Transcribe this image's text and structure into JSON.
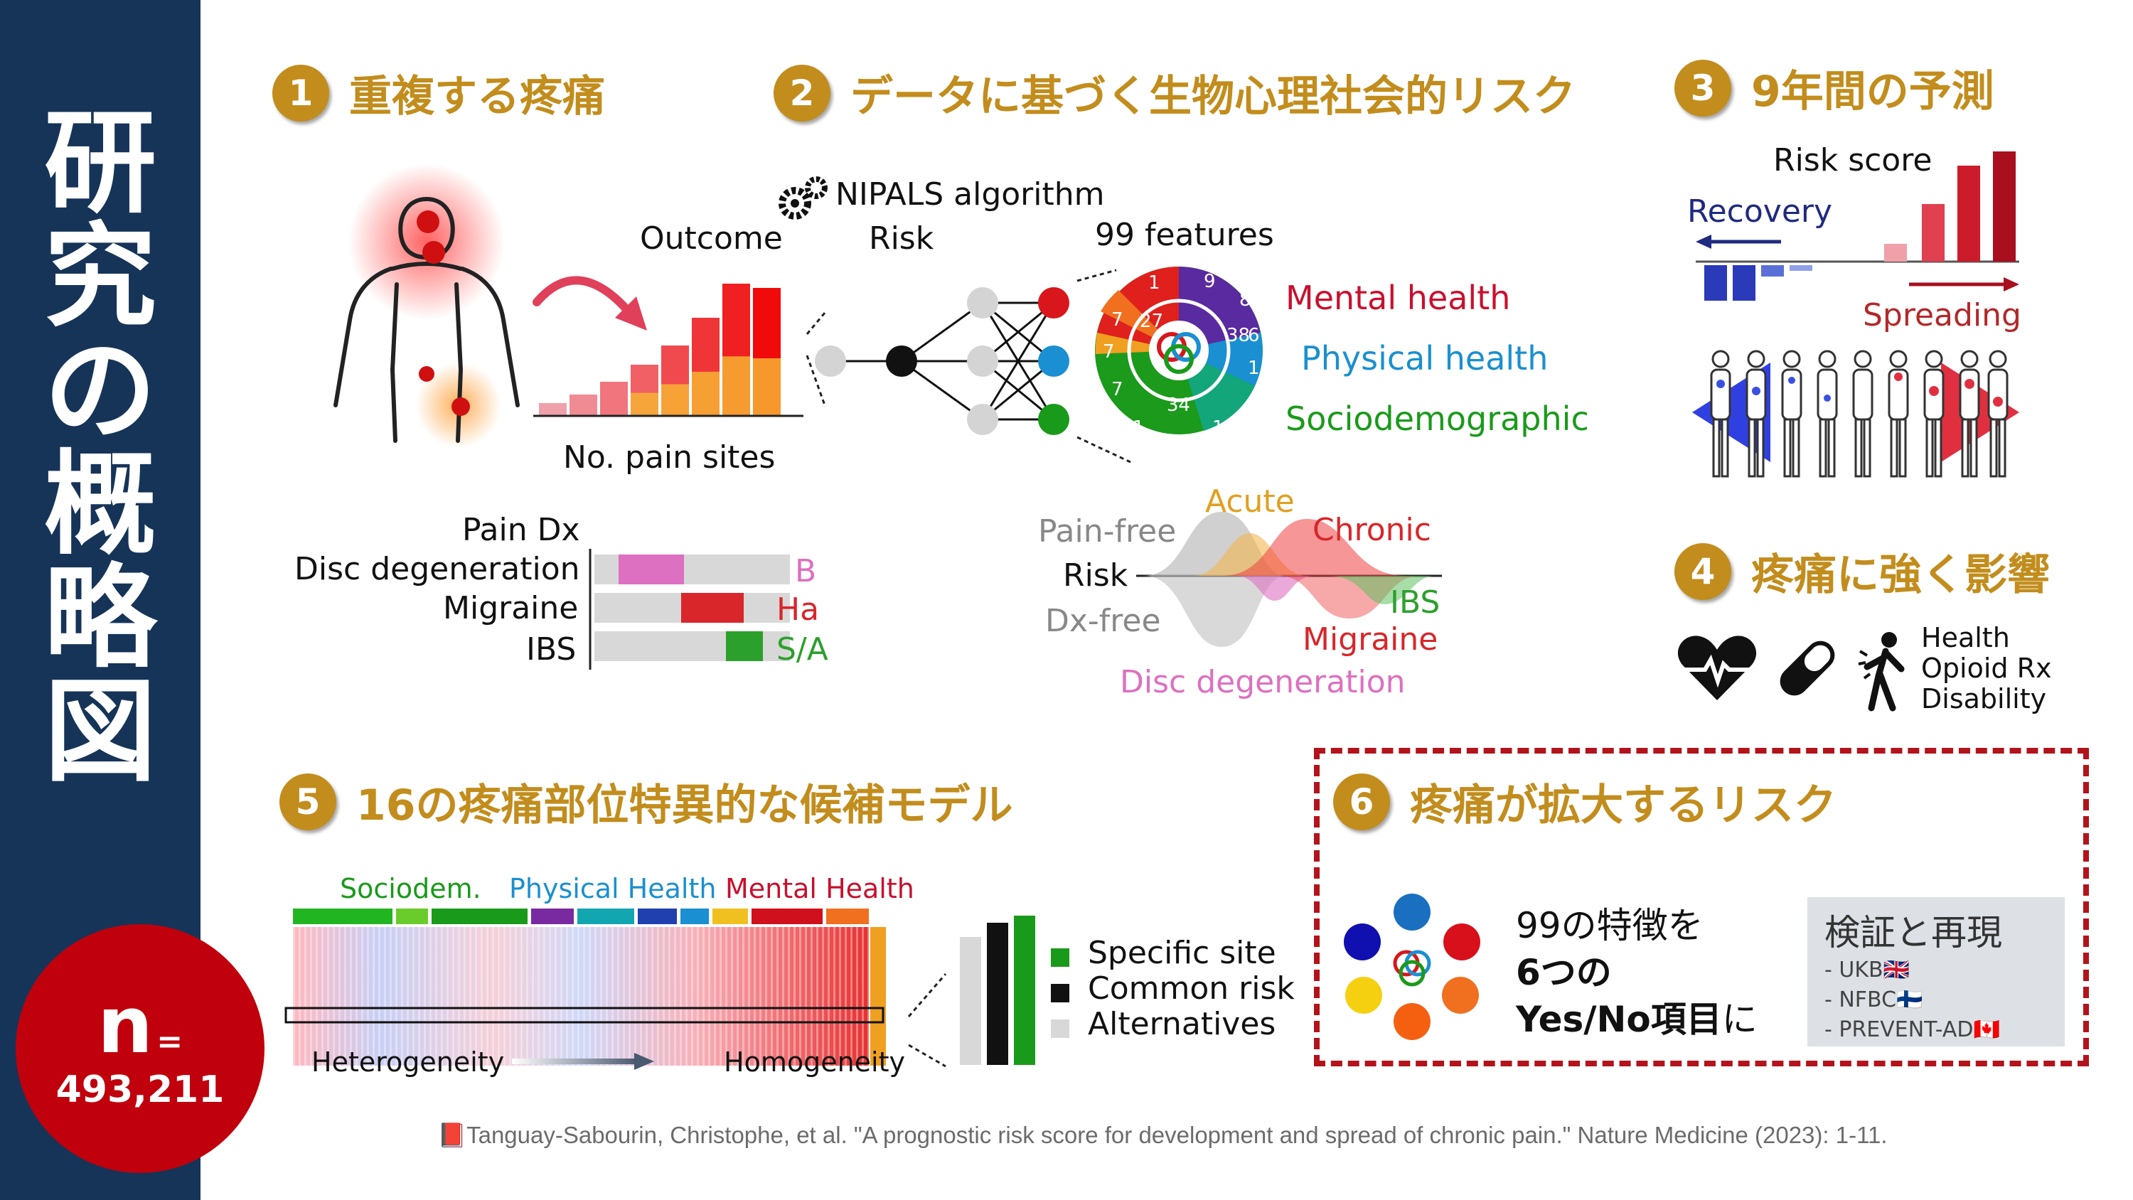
{
  "sidebar": {
    "title_chars": [
      "研",
      "究",
      "の",
      "概",
      "略",
      "図"
    ],
    "n_label": "n",
    "n_eq": "=",
    "n_value": "493,211"
  },
  "sections": [
    {
      "num": "1",
      "title": "重複する疼痛"
    },
    {
      "num": "2",
      "title": "データに基づく生物心理社会的リスク"
    },
    {
      "num": "3",
      "title": "9年間の予測"
    },
    {
      "num": "4",
      "title": "疼痛に強く影響"
    },
    {
      "num": "5",
      "title": "16の疼痛部位特異的な候補モデル"
    },
    {
      "num": "6",
      "title": "疼痛が拡大するリスク"
    }
  ],
  "s1": {
    "outcome": "Outcome",
    "xlabel": "No. pain sites",
    "pain_dx": "Pain Dx",
    "dx_rows": [
      {
        "name": "Disc degeneration",
        "code": "B"
      },
      {
        "name": "Migraine",
        "code": "Ha"
      },
      {
        "name": "IBS",
        "code": "S/A"
      }
    ]
  },
  "s2": {
    "algo": "NIPALS algorithm",
    "risk": "Risk",
    "features": "99 features",
    "cat_mental": "Mental health",
    "cat_physical": "Physical health",
    "cat_socio": "Sociodemographic",
    "wheel_numbers": [
      "1",
      "9",
      "8",
      "7",
      "27",
      "38",
      "6",
      "7",
      "1",
      "7",
      "34",
      "1",
      "1"
    ],
    "curves": {
      "pain_free": "Pain-free",
      "acute": "Acute",
      "chronic": "Chronic",
      "risk": "Risk",
      "dx_free": "Dx-free",
      "ibs": "IBS",
      "migraine": "Migraine",
      "disc": "Disc degeneration"
    }
  },
  "s3": {
    "risk_score": "Risk score",
    "recovery": "Recovery",
    "spreading": "Spreading"
  },
  "s4": {
    "items": [
      "Health",
      "Opioid Rx",
      "Disability"
    ]
  },
  "s5": {
    "sociodem": "Sociodem.",
    "physical": "Physical Health",
    "mental": "Mental Health",
    "hetero": "Heterogeneity",
    "homo": "Homogeneity",
    "legend": [
      "Specific site",
      "Common risk",
      "Alternatives"
    ]
  },
  "s6": {
    "line1": "99の特徴を",
    "line2": "6つの",
    "line3a": "Yes/No項目",
    "line3b": "に",
    "verify_title": "検証と再現",
    "verify_items": [
      "- UKB🇬🇧",
      "- NFBC🇫🇮",
      "- PREVENT-AD🇨🇦"
    ]
  },
  "citation": "📕Tanguay-Sabourin, Christophe, et al. \"A prognostic risk score for development and spread of chronic pain.\" Nature Medicine (2023): 1-11.",
  "chart_data": {
    "type": "bar",
    "values": [
      0.6,
      1,
      1.6,
      2.4,
      3.3,
      4.6,
      6.2,
      6.0
    ],
    "title": "",
    "xlabel": "No. pain sites",
    "ylabel": "Outcome"
  },
  "colors": {
    "sidebar": "#163458",
    "gold": "#c28d1c",
    "red": "#c0000c",
    "mental": "#c8102e",
    "physical": "#1a8fd1",
    "socio": "#1a9a1a"
  }
}
